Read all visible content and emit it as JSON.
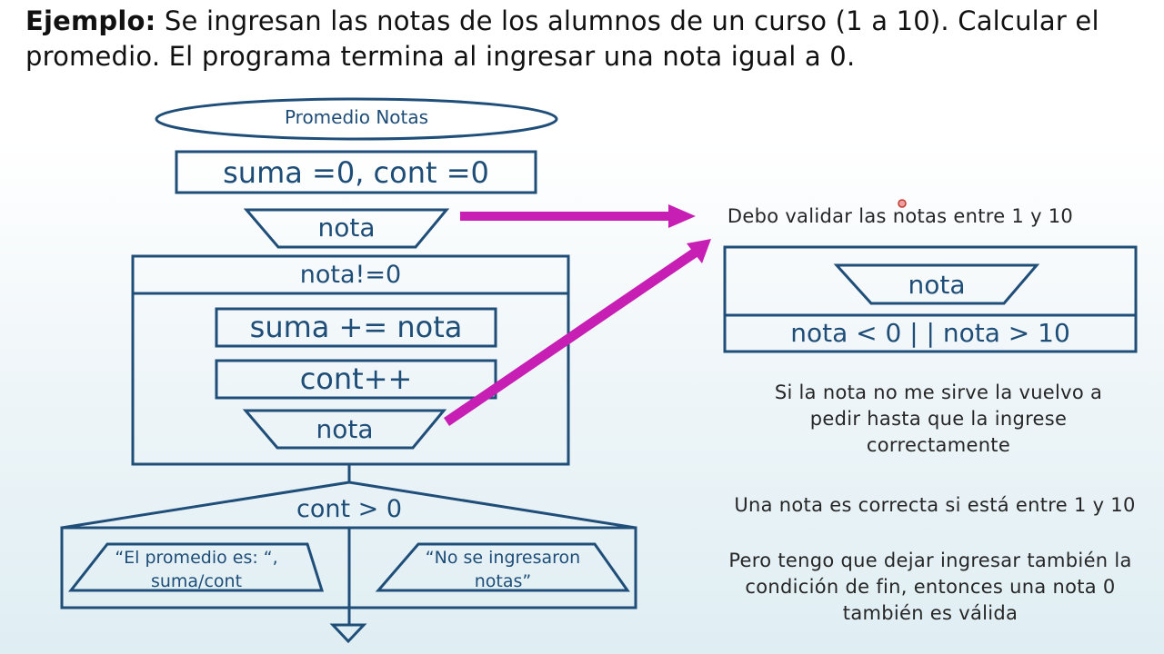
{
  "title": {
    "bold": "Ejemplo:",
    "text": "Se ingresan las notas de los alumnos de un curso (1 a 10). Calcular el promedio. El programa termina al ingresar una nota igual a 0."
  },
  "flowchart": {
    "start": "Promedio Notas",
    "init": "suma =0, cont =0",
    "input1": "nota",
    "loop_condition": "nota!=0",
    "loop_step1": "suma += nota",
    "loop_step2": "cont++",
    "loop_input": "nota",
    "decision": "cont > 0",
    "output_true_line1": "“El promedio es: “,",
    "output_true_line2": "suma/cont",
    "output_false_line1": "“No se ingresaron",
    "output_false_line2": "notas”"
  },
  "validation": {
    "caption": "Debo validar las notas entre 1 y 10",
    "input": "nota",
    "condition": "nota < 0 | | nota > 10"
  },
  "notes": {
    "note1": "Si la nota no me sirve la vuelvo a pedir hasta que la ingrese correctamente",
    "note2": "Una nota es correcta si está entre 1 y 10",
    "note3": "Pero tengo que dejar ingresar también la condición de fin, entonces una nota 0 también es válida"
  },
  "colors": {
    "flow_line": "#1f4e79",
    "arrow": "#c71eb4",
    "text": "#1e4d78"
  }
}
